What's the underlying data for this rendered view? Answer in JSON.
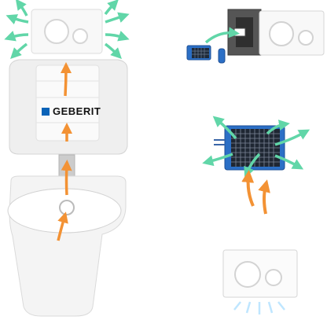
{
  "brand": {
    "name": "GEBERIT",
    "color": "#0a63b8"
  },
  "colors": {
    "airflow_arrow": "#f39234",
    "fresh_air_arrow": "#61d6a8",
    "filter_body": "#2b6fc6",
    "cistern_body": "#eeeeee",
    "light_rays": "#bfe6ff"
  },
  "illustrations": [
    {
      "name": "toilet-with-concealed-cistern",
      "icon": "toilet-icon"
    },
    {
      "name": "flush-plate-with-filter-module",
      "icon": "flush-plate-icon"
    },
    {
      "name": "odour-filter-airflow",
      "icon": "filter-icon"
    },
    {
      "name": "illuminated-flush-plate",
      "icon": "light-icon"
    }
  ]
}
